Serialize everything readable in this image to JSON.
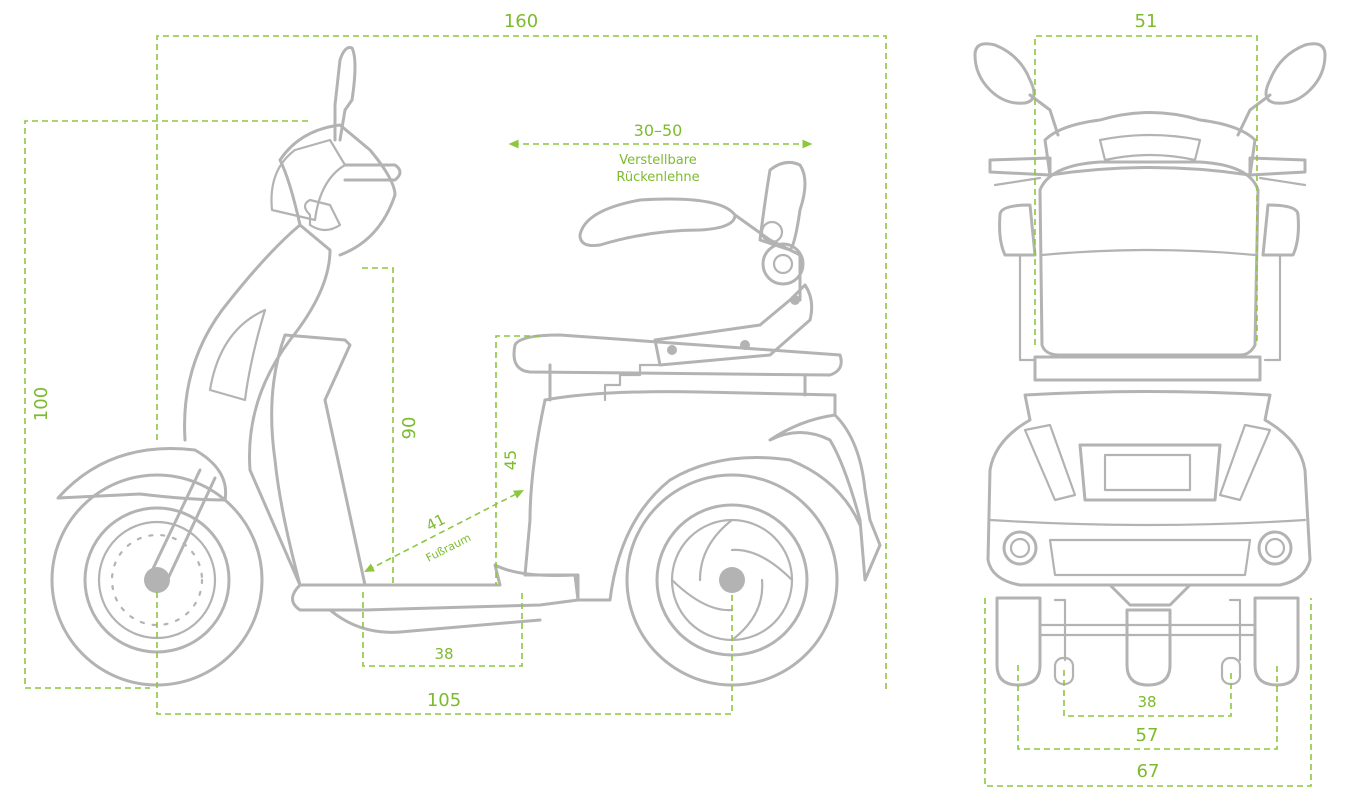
{
  "dimensions": {
    "length_total": "160",
    "height_total": "100",
    "handlebar_height": "90",
    "seat_height": "45",
    "footwell_diagonal": "41",
    "footwell_label": "Fußraum",
    "backrest_adjust": "30–50",
    "backrest_label_line1": "Verstellbare",
    "backrest_label_line2": "Rückenlehne",
    "footboard_length": "38",
    "wheelbase": "105",
    "front_width": "51",
    "inner_wheel_track": "38",
    "rear_track": "57",
    "total_width": "67"
  },
  "colors": {
    "outline": "#b3b3b3",
    "dimension": "#8dc63f"
  }
}
